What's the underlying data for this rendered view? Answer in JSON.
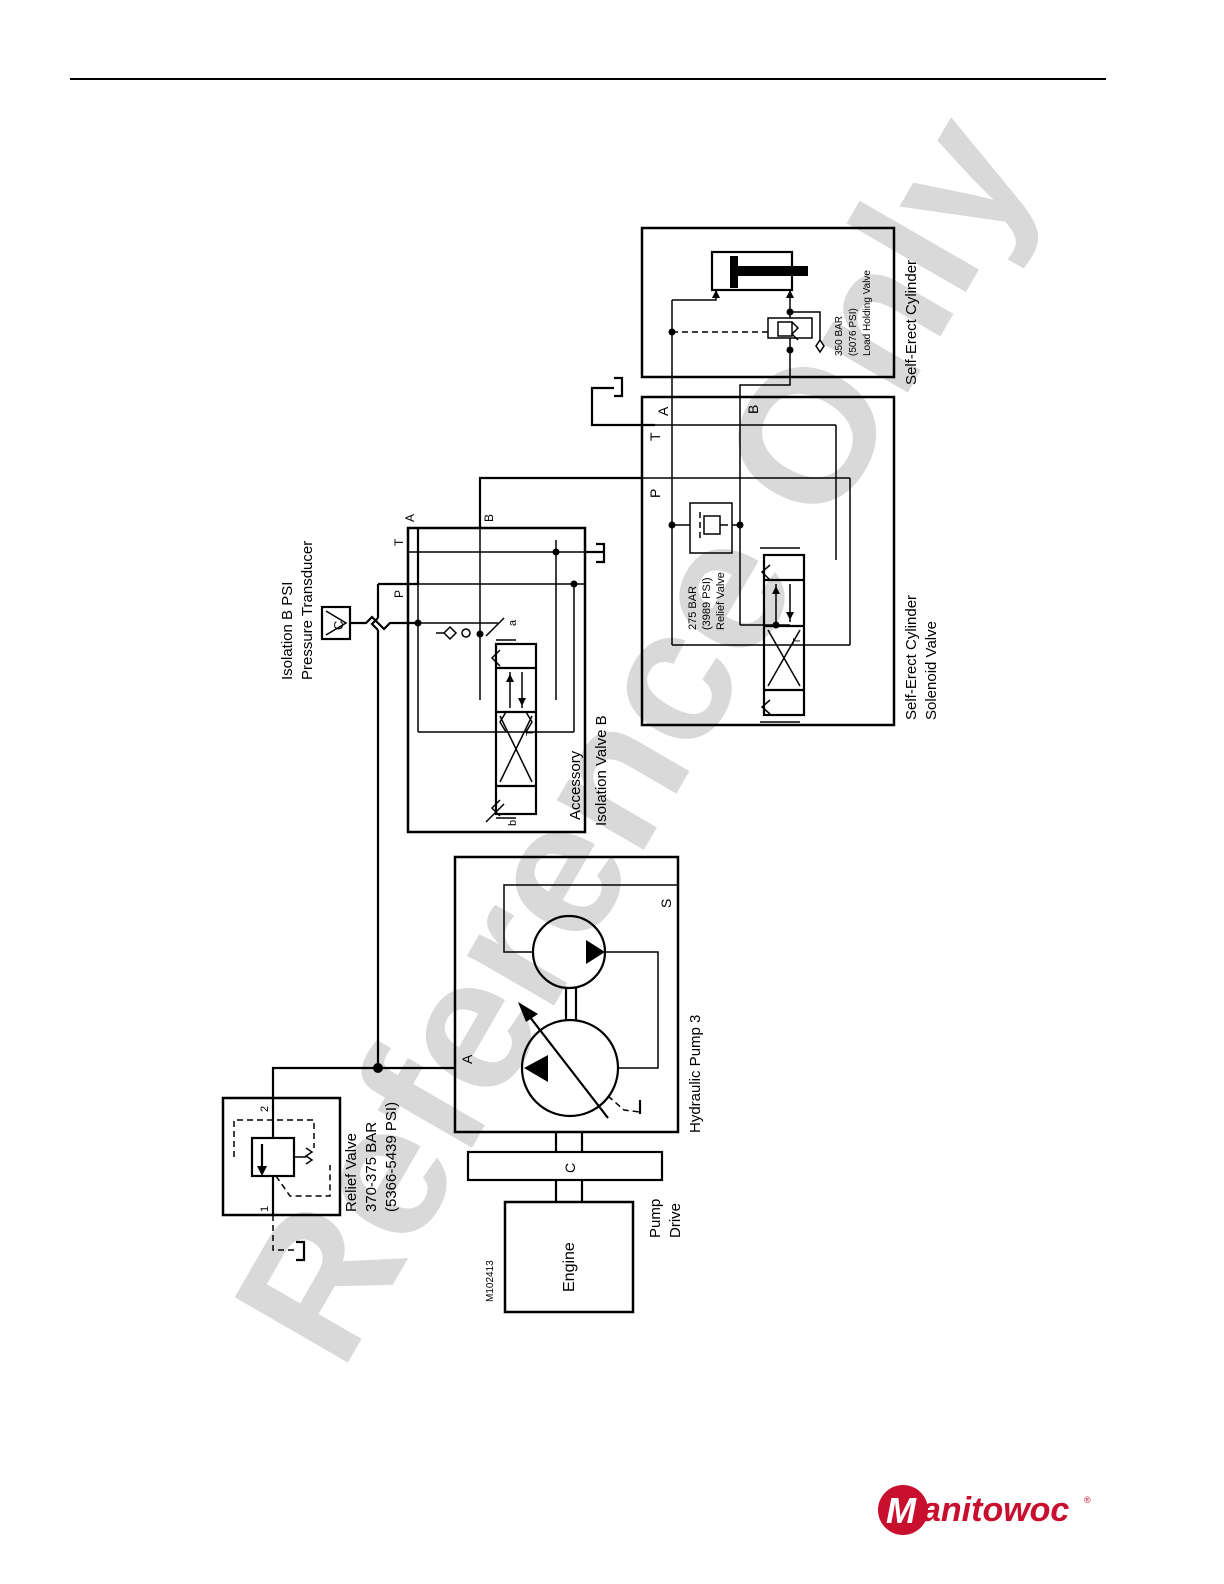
{
  "diagram": {
    "figure_id": "M102413",
    "components": {
      "engine": "Engine",
      "pump_drive": [
        "Pump",
        "Drive"
      ],
      "pump_drive_port": "C",
      "hydraulic_pump": "Hydraulic Pump 3",
      "pump_port_a": "A",
      "pump_port_s": "S",
      "relief_valve": [
        "Relief Valve",
        "370-375 BAR",
        "(5366-5439 PSI)"
      ],
      "relief_port_1": "1",
      "relief_port_2": "2",
      "transducer": [
        "Isolation B PSI",
        "Pressure Transducer"
      ],
      "transducer_symbol": "C",
      "accessory_valve": [
        "Accessory",
        "Isolation Valve B"
      ],
      "acc_ports": {
        "p": "P",
        "t": "T",
        "a": "A",
        "b": "B",
        "sol_a": "a",
        "sol_b": "b",
        "inner_t": "T"
      },
      "solenoid_valve": [
        "Self-Erect Cylinder",
        "Solenoid Valve"
      ],
      "sol_ports": {
        "p": "P",
        "t": "T",
        "a": "A",
        "b": "B",
        "inner_t": "T"
      },
      "sol_relief": [
        "275 BAR",
        "(3989 PSI)",
        "Relief Valve"
      ],
      "cylinder": "Self-Erect Cylinder",
      "load_holding": [
        "350 BAR",
        "(5076 PSI)",
        "Load Holding Valve"
      ]
    }
  },
  "watermark": "Reference Only",
  "logo": {
    "initial": "M",
    "text": "anitowoc",
    "mark": "®",
    "color": "#c8102e"
  }
}
